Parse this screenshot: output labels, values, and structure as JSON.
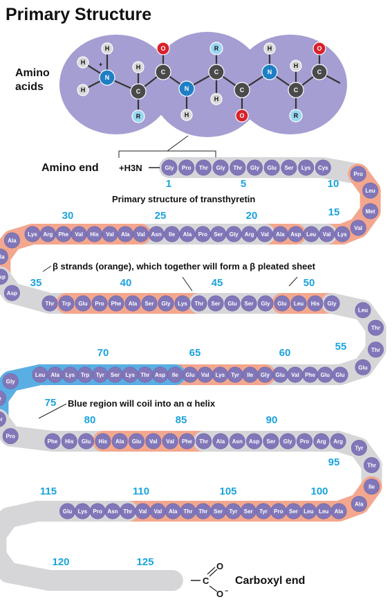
{
  "title": "Primary Structure",
  "amino_acids_label": [
    "Amino",
    "acids"
  ],
  "amino_end": {
    "label": "Amino end",
    "group": "+H3N"
  },
  "carboxyl_end": {
    "label": "Carboxyl end"
  },
  "chain_caption": "Primary structure of transthyretin",
  "beta_caption": "β strands (orange), which together will form a β pleated sheet",
  "helix_caption": "Blue region will coil into an α helix",
  "colors": {
    "bead": "#8177b8",
    "beta": "#f3a78e",
    "helix": "#5aaee4",
    "coil": "#d6d6d8",
    "number": "#1aa3dc",
    "molecule": "#a59ed2"
  },
  "residues": [
    "Gly",
    "Pro",
    "Thr",
    "Gly",
    "Thr",
    "Gly",
    "Glu",
    "Ser",
    "Lys",
    "Cys",
    "Pro",
    "Leu",
    "Met",
    "Val",
    "Lys",
    "Val",
    "Leu",
    "Asp",
    "Ala",
    "Val",
    "Arg",
    "Gly",
    "Ser",
    "Pro",
    "Ala",
    "Ile",
    "Asn",
    "Val",
    "Ala",
    "Val",
    "His",
    "Val",
    "Phe",
    "Arg",
    "Lys",
    "Ala",
    "Ala",
    "Asp",
    "Asp",
    "Thr",
    "Trp",
    "Glu",
    "Pro",
    "Phe",
    "Ala",
    "Ser",
    "Gly",
    "Lys",
    "Thr",
    "Ser",
    "Glu",
    "Ser",
    "Gly",
    "Glu",
    "Leu",
    "His",
    "Gly",
    "Leu",
    "Thr",
    "Thr",
    "Glu",
    "Glu",
    "Glu",
    "Phe",
    "Val",
    "Glu",
    "Gly",
    "Ile",
    "Tyr",
    "Lys",
    "Val",
    "Glu",
    "Ile",
    "Asp",
    "Thr",
    "Lys",
    "Ser",
    "Tyr",
    "Trp",
    "Lys",
    "Ala",
    "Leu",
    "Gly",
    "Ile",
    "Ser",
    "Pro",
    "Phe",
    "His",
    "Glu",
    "His",
    "Ala",
    "Glu",
    "Val",
    "Val",
    "Phe",
    "Thr",
    "Ala",
    "Asn",
    "Asp",
    "Ser",
    "Gly",
    "Pro",
    "Arg",
    "Arg",
    "Tyr",
    "Thr",
    "Ile",
    "Ala",
    "Ala",
    "Leu",
    "Leu",
    "Ser",
    "Pro",
    "Tyr",
    "Ser",
    "Tyr",
    "Ser",
    "Thr",
    "Thr",
    "Ala",
    "Val",
    "Val",
    "Thr",
    "Asn",
    "Pro",
    "Lys",
    "Glu"
  ],
  "position_numbers": [
    "1",
    "5",
    "10",
    "15",
    "20",
    "25",
    "30",
    "35",
    "40",
    "45",
    "50",
    "55",
    "60",
    "65",
    "70",
    "75",
    "80",
    "85",
    "90",
    "95",
    "100",
    "105",
    "110",
    "115",
    "120",
    "125"
  ],
  "molecule_atoms": {
    "H": "H",
    "N": "N",
    "C": "C",
    "O": "O",
    "R": "R",
    "plus": "+"
  }
}
